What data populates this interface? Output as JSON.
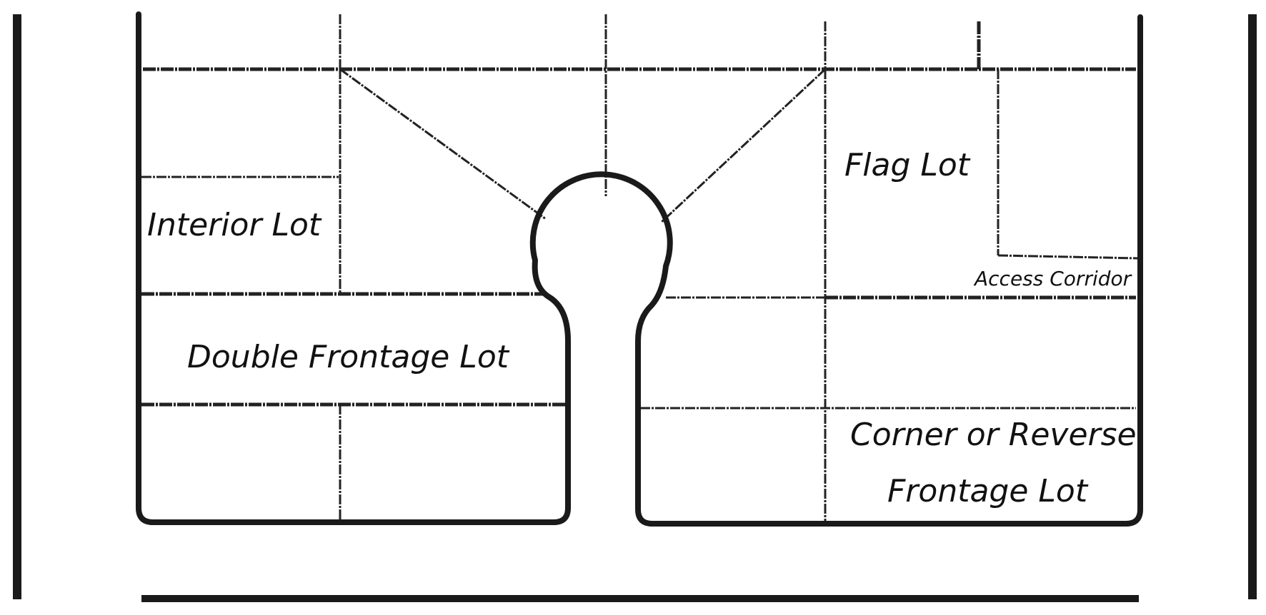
{
  "labels": {
    "interior": "Interior Lot",
    "flag": "Flag Lot",
    "access": "Access Corridor",
    "double": "Double Frontage Lot",
    "corner_line1": "Corner or Reverse",
    "corner_line2": "Frontage Lot"
  }
}
